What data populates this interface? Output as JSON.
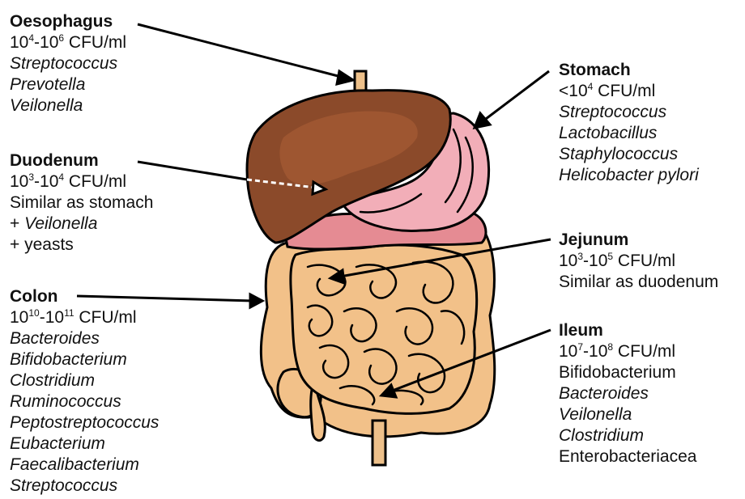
{
  "colors": {
    "liver": "#8b4a2a",
    "liver_highlight": "#a65b35",
    "stomach": "#f2aeb8",
    "stomach_fold": "#d47685",
    "duodenum": "#e58b93",
    "intestine": "#f2c189",
    "intestine_shadow": "#d79856",
    "tube": "#edc08a"
  },
  "oesophagus": {
    "title": "Oesophagus",
    "count_a": "10",
    "count_a_exp": "4",
    "count_sep": "-10",
    "count_b_exp": "6",
    "count_unit": " CFU/ml",
    "taxa": [
      "Streptococcus",
      "Prevotella",
      "Veilonella"
    ]
  },
  "duodenum": {
    "title": "Duodenum",
    "count_a": "10",
    "count_a_exp": "3",
    "count_sep": "-10",
    "count_b_exp": "4",
    "count_unit": " CFU/ml",
    "line1": "Similar as stomach",
    "line2_prefix": "+ ",
    "line2_italic": "Veilonella",
    "line3": "+ yeasts"
  },
  "colon": {
    "title": "Colon",
    "count_a": "10",
    "count_a_exp": "10",
    "count_sep": "-10",
    "count_b_exp": "11",
    "count_unit": " CFU/ml",
    "taxa": [
      "Bacteroides",
      "Bifidobacterium",
      "Clostridium",
      "Ruminococcus",
      "Peptostreptococcus",
      "Eubacterium",
      "Faecalibacterium",
      "Streptococcus"
    ]
  },
  "stomach": {
    "title": "Stomach",
    "count_prefix": "<10",
    "count_exp": "4",
    "count_unit": " CFU/ml",
    "taxa": [
      "Streptococcus",
      "Lactobacillus",
      "Staphylococcus",
      "Helicobacter pylori"
    ]
  },
  "jejunum": {
    "title": "Jejunum",
    "count_a": "10",
    "count_a_exp": "3",
    "count_sep": "-10",
    "count_b_exp": "5",
    "count_unit": " CFU/ml",
    "line1": "Similar as duodenum"
  },
  "ileum": {
    "title": "Ileum",
    "count_a": "10",
    "count_a_exp": "7",
    "count_sep": "-10",
    "count_b_exp": "8",
    "count_unit": " CFU/ml",
    "taxa_plain_first": "Bifidobacterium",
    "taxa_italic": [
      "Bacteroides",
      "Veilonella",
      "Clostridium"
    ],
    "taxa_plain_last": "Enterobacteriacea"
  }
}
